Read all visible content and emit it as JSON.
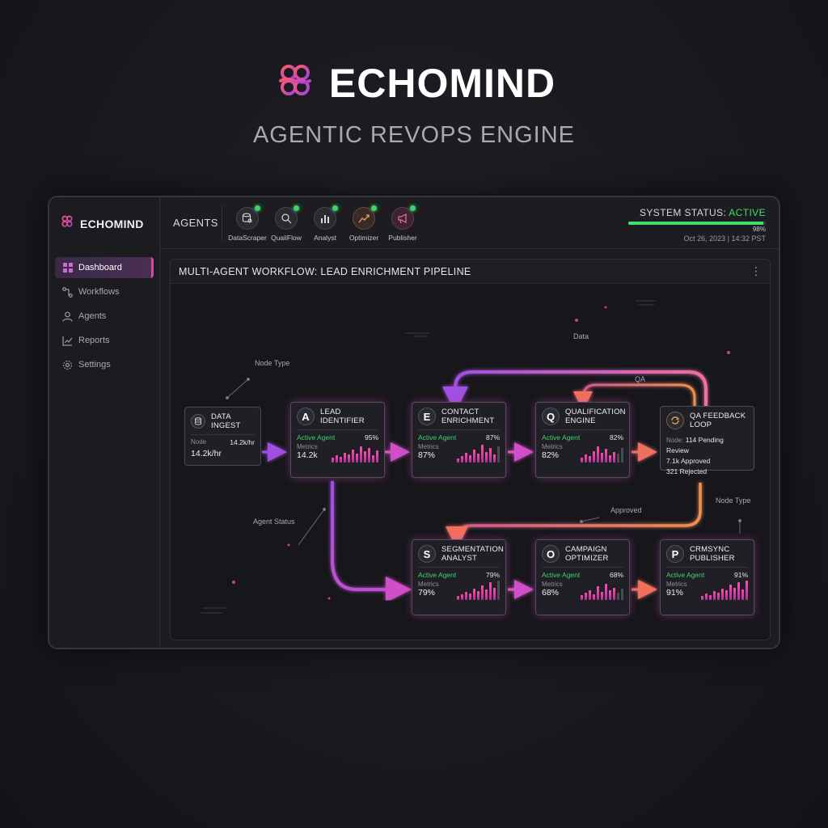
{
  "hero": {
    "title": "ECHOMIND",
    "subtitle": "AGENTIC REVOPS ENGINE"
  },
  "sidebar": {
    "brand": "ECHOMIND",
    "items": [
      {
        "label": "Dashboard",
        "icon": "grid-icon",
        "active": true
      },
      {
        "label": "Workflows",
        "icon": "workflow-icon"
      },
      {
        "label": "Agents",
        "icon": "user-icon"
      },
      {
        "label": "Reports",
        "icon": "chart-icon"
      },
      {
        "label": "Settings",
        "icon": "gear-icon"
      }
    ]
  },
  "topbar": {
    "agents_label": "AGENTS",
    "agents": [
      {
        "name": "DataScraper",
        "icon": "database-search-icon"
      },
      {
        "name": "QualiFlow",
        "icon": "magnify-icon"
      },
      {
        "name": "Analyst",
        "icon": "bar-chart-icon"
      },
      {
        "name": "Optimizer",
        "icon": "trend-up-icon"
      },
      {
        "name": "Publisher",
        "icon": "megaphone-icon"
      }
    ],
    "status": {
      "label": "SYSTEM STATUS:",
      "value": "ACTIVE",
      "percent_label": "98%",
      "percent": 98,
      "datetime": "Oct 26, 2023 | 14:32 PST"
    }
  },
  "panel": {
    "title": "MULTI-AGENT WORKFLOW: LEAD ENRICHMENT PIPELINE",
    "menu": "⋮",
    "labels": {
      "node_type_1": "Node Type",
      "node_type_2": "Node Type",
      "agent_status": "Agent Status",
      "data": "Data",
      "qa": "QA",
      "approved": "Approved"
    },
    "nodes": {
      "ingest": {
        "title_1": "DATA",
        "title_2": "INGEST",
        "k": "Node",
        "v": "14.2k/hr",
        "big": "14.2k/hr"
      },
      "lead": {
        "letter": "A",
        "title_1": "LEAD",
        "title_2": "IDENTIFIER",
        "status": "Active Agent",
        "pct": "95%",
        "metric_label": "Metrics",
        "metric": "14.2k"
      },
      "contact": {
        "letter": "E",
        "title_1": "CONTACT",
        "title_2": "ENRICHMENT",
        "status": "Active Agent",
        "pct": "87%",
        "metric_label": "Metrics",
        "metric": "87%"
      },
      "qual": {
        "letter": "Q",
        "title_1": "QUALIFICATION",
        "title_2": "ENGINE",
        "status": "Active Agent",
        "pct": "82%",
        "metric_label": "Metrics",
        "metric": "82%"
      },
      "qa": {
        "title_1": "QA FEEDBACK",
        "title_2": "LOOP",
        "line1_k": "Node:",
        "line1_v": "114 Pending Review",
        "line2": "7.1k Approved",
        "line3": "321 Rejected"
      },
      "seg": {
        "letter": "S",
        "title_1": "SEGMENTATION",
        "title_2": "ANALYST",
        "status": "Active Agent",
        "pct": "79%",
        "metric_label": "Metrics",
        "metric": "79%"
      },
      "camp": {
        "letter": "O",
        "title_1": "CAMPAIGN",
        "title_2": "OPTIMIZER",
        "status": "Active Agent",
        "pct": "68%",
        "metric_label": "Metrics",
        "metric": "68%"
      },
      "crm": {
        "letter": "P",
        "title_1": "CRMSYNC",
        "title_2": "PUBLISHER",
        "status": "Active Agent",
        "pct": "91%",
        "metric_label": "Metrics",
        "metric": "91%"
      }
    }
  },
  "colors": {
    "accent": "#d04aa8",
    "active": "#3fe06b",
    "arrow_purple": "#b04ae0",
    "arrow_orange": "#f08a4a"
  }
}
